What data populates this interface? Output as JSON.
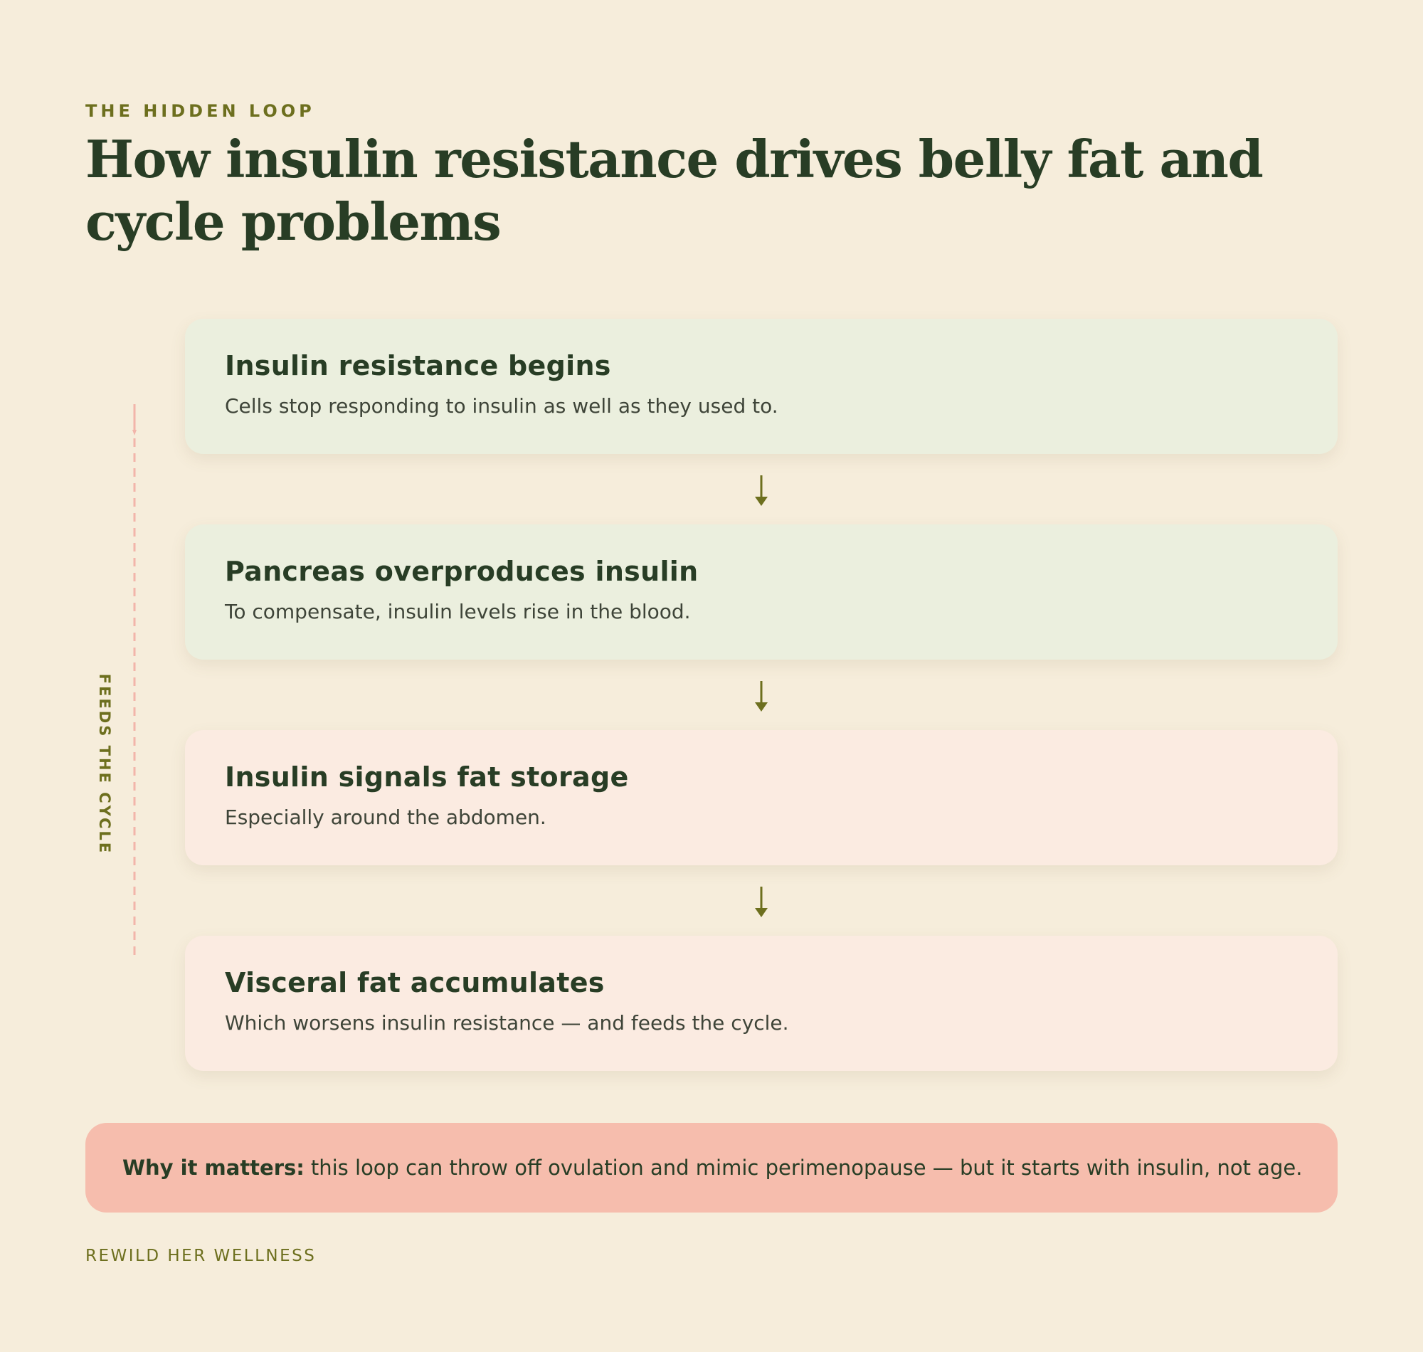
{
  "eyebrow": "THE HIDDEN LOOP",
  "title": "How insulin resistance drives belly fat and cycle problems",
  "steps": [
    {
      "heading": "Insulin resistance begins",
      "text": "Cells stop responding to insulin as well as they used to."
    },
    {
      "heading": "Pancreas overproduces insulin",
      "text": "To compensate, insulin levels rise in the blood."
    },
    {
      "heading": "Insulin signals fat storage",
      "text": "Especially around the abdomen."
    },
    {
      "heading": "Visceral fat accumulates",
      "text": "Which worsens insulin resistance — and feeds the cycle."
    }
  ],
  "loop_label": "FEEDS THE CYCLE",
  "callout": {
    "lead": "Why it matters:",
    "text": "this loop can throw off ovulation and mimic perimenopause — but it starts with insulin, not age."
  },
  "brand": "REWILD HER WELLNESS",
  "colors": {
    "background": "#f6eddb",
    "ink": "#283d25",
    "olive": "#6d6f1e",
    "card_green": "#ebefde",
    "card_pink": "#fbebe1",
    "callout": "#f6bdad",
    "loop_line": "#f2b5aa"
  },
  "icons": [
    "arrow-down-icon",
    "loop-back-arrow-icon"
  ]
}
